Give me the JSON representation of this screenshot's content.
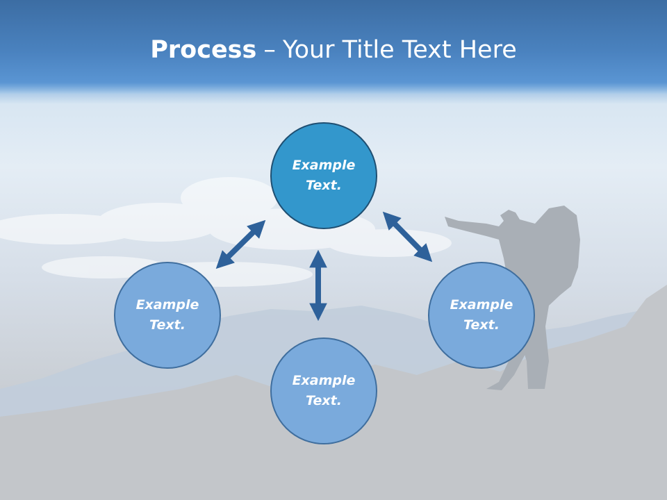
{
  "title": {
    "bold": "Process",
    "separator": "–",
    "rest": "Your Title Text Here"
  },
  "nodes": {
    "top": {
      "line1": "Example",
      "line2": "Text."
    },
    "left": {
      "line1": "Example",
      "line2": "Text."
    },
    "right": {
      "line1": "Example",
      "line2": "Text."
    },
    "bottom": {
      "line1": "Example",
      "line2": "Text."
    }
  },
  "colors": {
    "primary_circle": "#3397cc",
    "secondary_circle": "#7aaadc",
    "arrow": "#2e619a"
  }
}
